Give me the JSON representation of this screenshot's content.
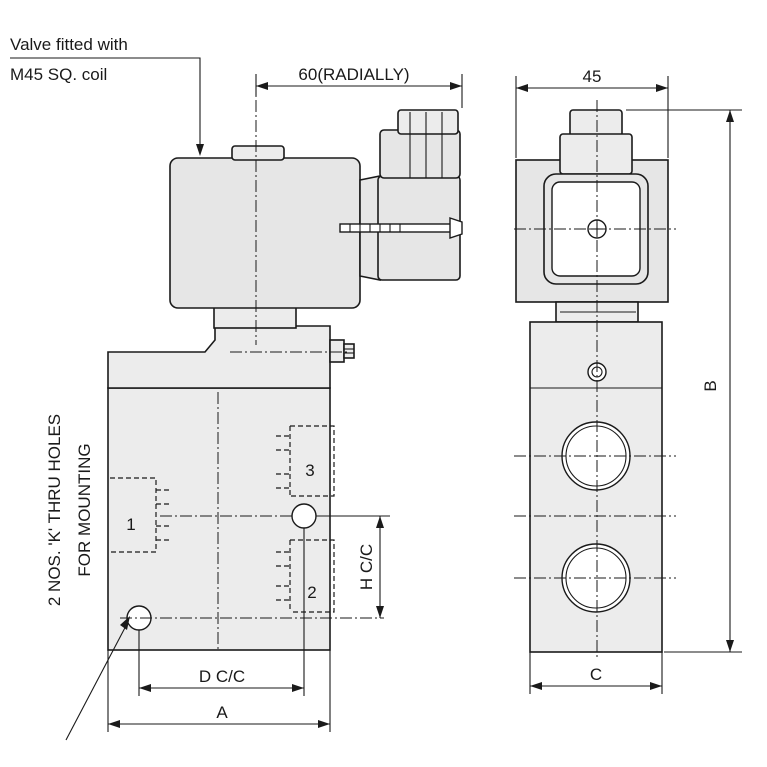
{
  "labels": {
    "coil_note_line1": "Valve fitted with",
    "coil_note_line2": "M45 SQ. coil",
    "dim_radially": "60(RADIALLY)",
    "dim_width_side": "45",
    "dim_b": "B",
    "dim_c": "C",
    "dim_a": "A",
    "dim_d": "D C/C",
    "dim_h": "H C/C",
    "port_1": "1",
    "port_2": "2",
    "port_3": "3",
    "mount_note_line1": "2 NOS. 'K' THRU HOLES",
    "mount_note_line2": "FOR MOUNTING"
  }
}
